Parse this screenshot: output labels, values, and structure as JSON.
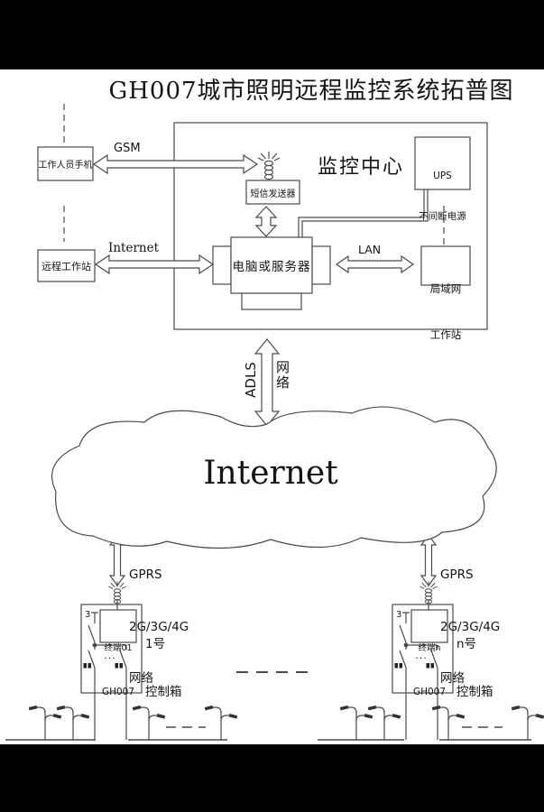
{
  "title": "GH007城市照明远程监控系统拓普图",
  "colors": {
    "line": "#4a4a4a",
    "text": "#141414",
    "bar": "#000000",
    "bg": "#ffffff"
  },
  "monitoring_center": {
    "label": "监控中心",
    "sms_sender": "短信发送器",
    "computer": "电脑或服务器",
    "ups": {
      "line1": "UPS",
      "line2": "不间断电源"
    },
    "lan_label": "LAN",
    "lan_workstation": {
      "line1": "局域网",
      "line2": "工作站"
    }
  },
  "left_side": {
    "phone": "工作人员手机",
    "gsm_label": "GSM",
    "remote_workstation": "远程工作站",
    "internet_label": "Internet"
  },
  "adls_link": {
    "left": "ADLS",
    "right": "网络"
  },
  "cloud": {
    "label": "Internet"
  },
  "gprs_left": {
    "line1": "GPRS",
    "line2": "2G/3G/4G",
    "line3": "网络"
  },
  "gprs_right": {
    "line1": "GPRS",
    "line2": "2G/3G/4G",
    "line3": "网络"
  },
  "control_box_1": {
    "phase": "3",
    "terminal": "终端01",
    "model": "GH007",
    "name_line1": "1号",
    "name_line2": "控制箱",
    "dots": "..."
  },
  "control_box_n": {
    "phase": "3",
    "terminal": "终端n",
    "model": "GH007",
    "name_line1": "n号",
    "name_line2": "控制箱",
    "dots": "..."
  }
}
